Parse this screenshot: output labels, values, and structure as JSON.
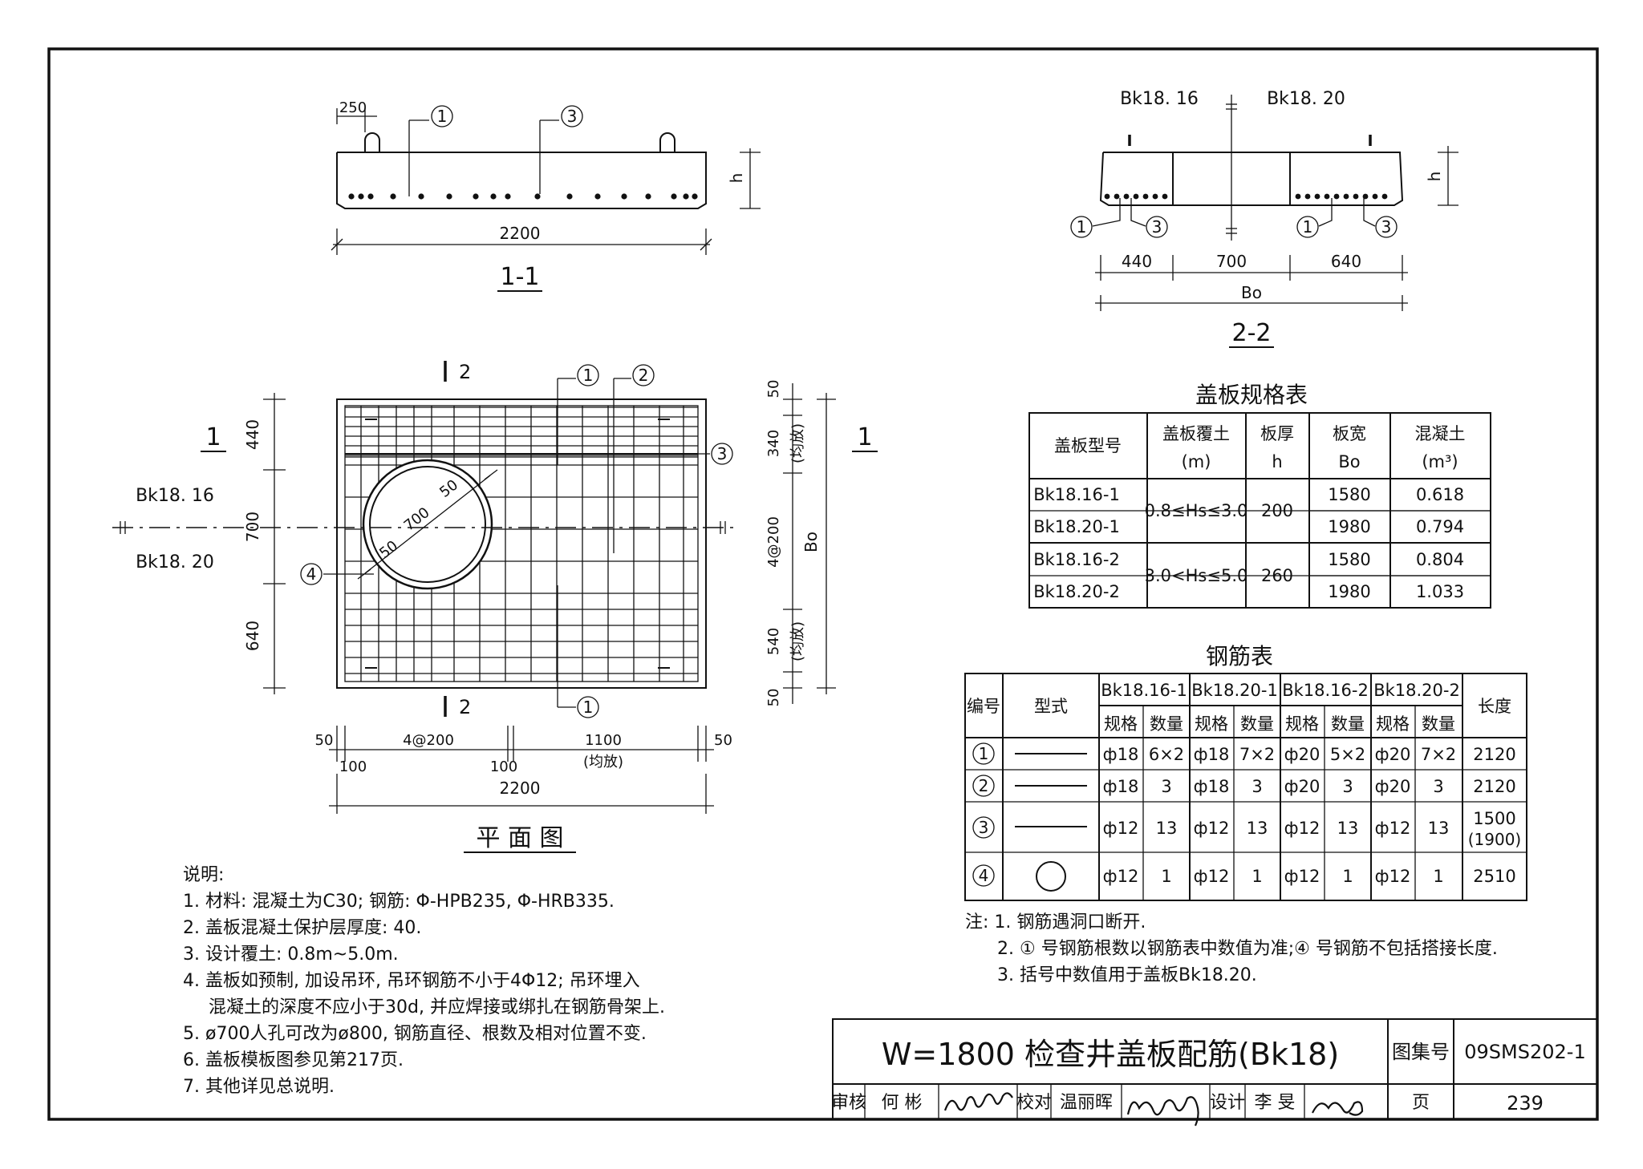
{
  "section_1_1": {
    "title": "1-1",
    "dim_250": "250",
    "dim_total": "2200",
    "dim_h": "h",
    "callout_1": "1",
    "callout_3": "3"
  },
  "section_2_2": {
    "title": "2-2",
    "label_left": "Bk18. 16",
    "label_right": "Bk18. 20",
    "dim_440": "440",
    "dim_700": "700",
    "dim_640": "640",
    "dim_bo": "Bo",
    "dim_h": "h",
    "callouts": [
      "1",
      "3",
      "1",
      "3"
    ]
  },
  "plan": {
    "title": "平 面 图",
    "cut_1": "1",
    "cut_2": "2",
    "label_bk1816": "Bk18. 16",
    "label_bk1820": "Bk18. 20",
    "left_dims": [
      "440",
      "700",
      "640"
    ],
    "right_dims": [
      "50",
      "340",
      "(均放)",
      "4@200",
      "540",
      "(均放)",
      "50"
    ],
    "right_total": "Bo",
    "bottom_dims": [
      "50",
      "100",
      "4@200",
      "100",
      "1100",
      "(均放)",
      "50"
    ],
    "bottom_total": "2200",
    "hole_dims": [
      "700",
      "50",
      "50"
    ],
    "callouts": [
      "1",
      "2",
      "3",
      "4",
      "1"
    ]
  },
  "spec_table": {
    "title": "盖板规格表",
    "headers": [
      "盖板型号",
      "盖板覆土",
      "(m)",
      "板厚",
      "h",
      "板宽",
      "Bo",
      "混凝土",
      "(m³)"
    ],
    "rows": [
      [
        "Bk18.16-1",
        "0.8≤Hs≤3.0",
        "200",
        "1580",
        "0.618"
      ],
      [
        "Bk18.20-1",
        "",
        "",
        "1980",
        "0.794"
      ],
      [
        "Bk18.16-2",
        "3.0<Hs≤5.0",
        "260",
        "1580",
        "0.804"
      ],
      [
        "Bk18.20-2",
        "",
        "",
        "1980",
        "1.033"
      ]
    ]
  },
  "rebar_table": {
    "title": "钢筋表",
    "head_no": "编号",
    "head_type": "型式",
    "head_len": "长度",
    "groups": [
      "Bk18.16-1",
      "Bk18.20-1",
      "Bk18.16-2",
      "Bk18.20-2"
    ],
    "sub": [
      "规格",
      "数量"
    ],
    "rows": [
      {
        "no": "1",
        "cells": [
          "ф18",
          "6×2",
          "ф18",
          "7×2",
          "ф20",
          "5×2",
          "ф20",
          "7×2"
        ],
        "len": "2120",
        "len2": ""
      },
      {
        "no": "2",
        "cells": [
          "ф18",
          "3",
          "ф18",
          "3",
          "ф20",
          "3",
          "ф20",
          "3"
        ],
        "len": "2120",
        "len2": ""
      },
      {
        "no": "3",
        "cells": [
          "ф12",
          "13",
          "ф12",
          "13",
          "ф12",
          "13",
          "ф12",
          "13"
        ],
        "len": "1500",
        "len2": "(1900)"
      },
      {
        "no": "4",
        "cells": [
          "ф12",
          "1",
          "ф12",
          "1",
          "ф12",
          "1",
          "ф12",
          "1"
        ],
        "len": "2510",
        "len2": ""
      }
    ]
  },
  "table_notes": [
    "注: 1. 钢筋遇洞口断开.",
    "2. ① 号钢筋根数以钢筋表中数值为准;④ 号钢筋不包括搭接长度.",
    "3. 括号中数值用于盖板Bk18.20."
  ],
  "notes": [
    "说明:",
    "1. 材料: 混凝土为C30; 钢筋: Φ-HPB235, Φ-HRB335.",
    "2. 盖板混凝土保护层厚度: 40.",
    "3. 设计覆土: 0.8m~5.0m.",
    "4. 盖板如预制, 加设吊环, 吊环钢筋不小于4Φ12; 吊环埋入",
    "混凝土的深度不应小于30d, 并应焊接或绑扎在钢筋骨架上.",
    "5. ø700人孔可改为ø800, 钢筋直径、根数及相对位置不变.",
    "6. 盖板模板图参见第217页.",
    "7. 其他详见总说明."
  ],
  "title_block": {
    "title": "W=1800 检查井盖板配筋(Bk18)",
    "atlas_label": "图集号",
    "atlas_no": "09SMS202-1",
    "review_label": "审核",
    "reviewer": "何 彬",
    "check_label": "校对",
    "checker": "温丽晖",
    "design_label": "设计",
    "designer": "李 旻",
    "page_label": "页",
    "page_no": "239"
  }
}
